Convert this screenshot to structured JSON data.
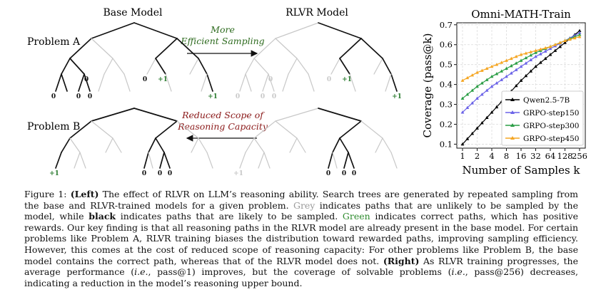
{
  "left": {
    "base_title": "Base Model",
    "rlvr_title": "RLVR Model",
    "problem_a": "Problem A",
    "problem_b": "Problem B",
    "arrow_a_label": [
      "More",
      "Efficient Sampling"
    ],
    "arrow_b_label": [
      "Reduced Scope of",
      "Reasoning Capacity"
    ],
    "labels": {
      "zero": "0",
      "plus": "+1"
    },
    "colors": {
      "black": "#111111",
      "grey": "#c8c8c8",
      "green": "#2e7d32",
      "arrow_a_text": "#2e6b1f",
      "arrow_b_text": "#8b1a1a"
    }
  },
  "chart_data": {
    "type": "line",
    "title": "Omni-MATH-Train",
    "xlabel": "Number of Samples k",
    "ylabel": "Coverage (pass@k)",
    "x_scale": "log2",
    "x": [
      1,
      2,
      4,
      8,
      16,
      32,
      64,
      128,
      256
    ],
    "xtick_labels": [
      "1",
      "2",
      "4",
      "8",
      "16",
      "32",
      "64",
      "128",
      "256"
    ],
    "ylim": [
      0.08,
      0.71
    ],
    "yticks": [
      0.1,
      0.2,
      0.3,
      0.4,
      0.5,
      0.6,
      0.7
    ],
    "ytick_labels": [
      "0.1",
      "0.2",
      "0.3",
      "0.4",
      "0.5",
      "0.6",
      "0.7"
    ],
    "grid": true,
    "legend_position": "lower-right",
    "series": [
      {
        "name": "Qwen2.5-7B",
        "color": "#000000",
        "values": [
          0.1,
          0.18,
          0.26,
          0.34,
          0.42,
          0.49,
          0.55,
          0.61,
          0.67
        ]
      },
      {
        "name": "GRPO-step150",
        "color": "#6b63e8",
        "values": [
          0.26,
          0.33,
          0.39,
          0.44,
          0.49,
          0.54,
          0.58,
          0.62,
          0.66
        ]
      },
      {
        "name": "GRPO-step300",
        "color": "#2a9d45",
        "values": [
          0.33,
          0.39,
          0.44,
          0.48,
          0.52,
          0.56,
          0.59,
          0.62,
          0.65
        ]
      },
      {
        "name": "GRPO-step450",
        "color": "#f5a623",
        "values": [
          0.42,
          0.46,
          0.49,
          0.52,
          0.55,
          0.57,
          0.59,
          0.62,
          0.64
        ]
      }
    ]
  },
  "caption": {
    "fig": "Figure 1:",
    "left_label": "(Left)",
    "t1": " The effect of RLVR on LLM’s reasoning ability. Search trees are generated by repeated sampling from the base and RLVR-trained models for a given problem. ",
    "grey_word": "Grey",
    "t2": " indicates paths that are unlikely to be sampled by the model, while ",
    "black_word": "black",
    "t3": " indicates paths that are likely to be sampled. ",
    "green_word": "Green",
    "t4": " indicates correct paths, which has positive rewards. Our key finding is that all reasoning paths in the RLVR model are already present in the base model. For certain problems like Problem A, RLVR training biases the distribution toward rewarded paths, improving sampling efficiency. However, this comes at the cost of reduced scope of reasoning capacity: For other problems like Problem B, the base model contains the correct path, whereas that of the RLVR model does not. ",
    "right_label": "(Right)",
    "t5": " As RLVR training progresses, the average performance (",
    "ie1": "i.e.",
    "t6": ", pass@1) improves, but the coverage of solvable problems (",
    "ie2": "i.e.",
    "t7": ", pass@256) decreases, indicating a reduction in the model’s reasoning upper bound."
  }
}
